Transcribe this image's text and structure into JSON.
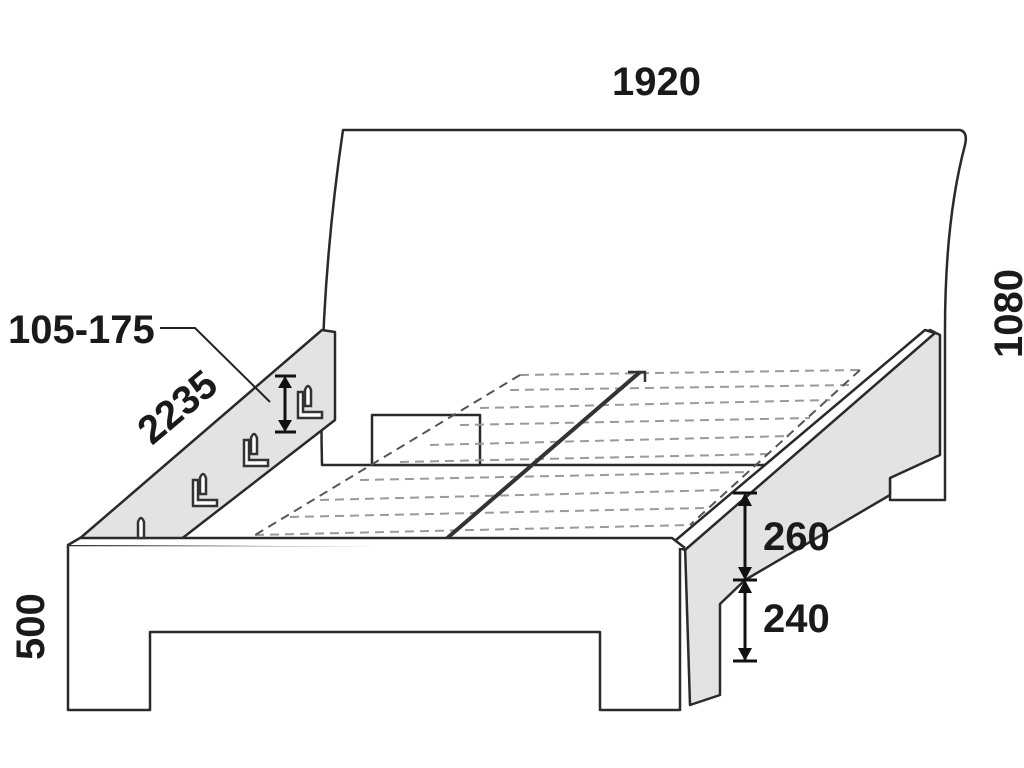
{
  "dimensions": {
    "width": "1920",
    "height_headboard": "1080",
    "length": "2235",
    "mount_range": "105-175",
    "total_height": "500",
    "side_height": "260",
    "leg_height": "240"
  },
  "colors": {
    "line": "#2a2a2a",
    "panel_shade": "#e3e3e3",
    "background": "#ffffff"
  }
}
